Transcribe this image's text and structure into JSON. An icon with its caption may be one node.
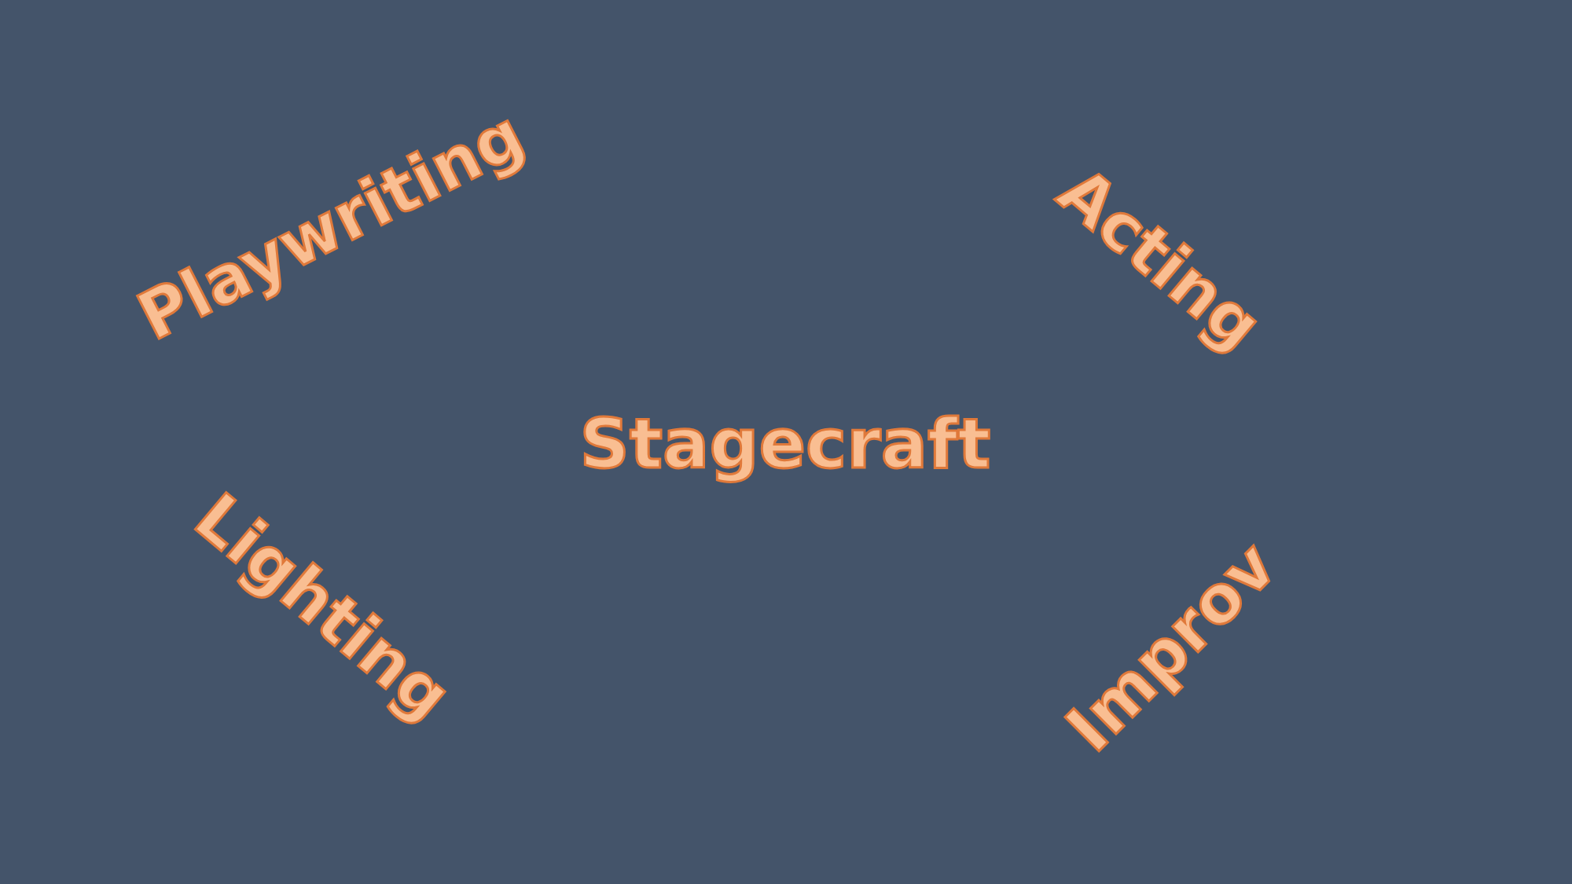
{
  "diagram": {
    "labels": [
      "Playwriting",
      "Acting",
      "Stagecraft",
      "Lighting",
      "Improv"
    ]
  }
}
